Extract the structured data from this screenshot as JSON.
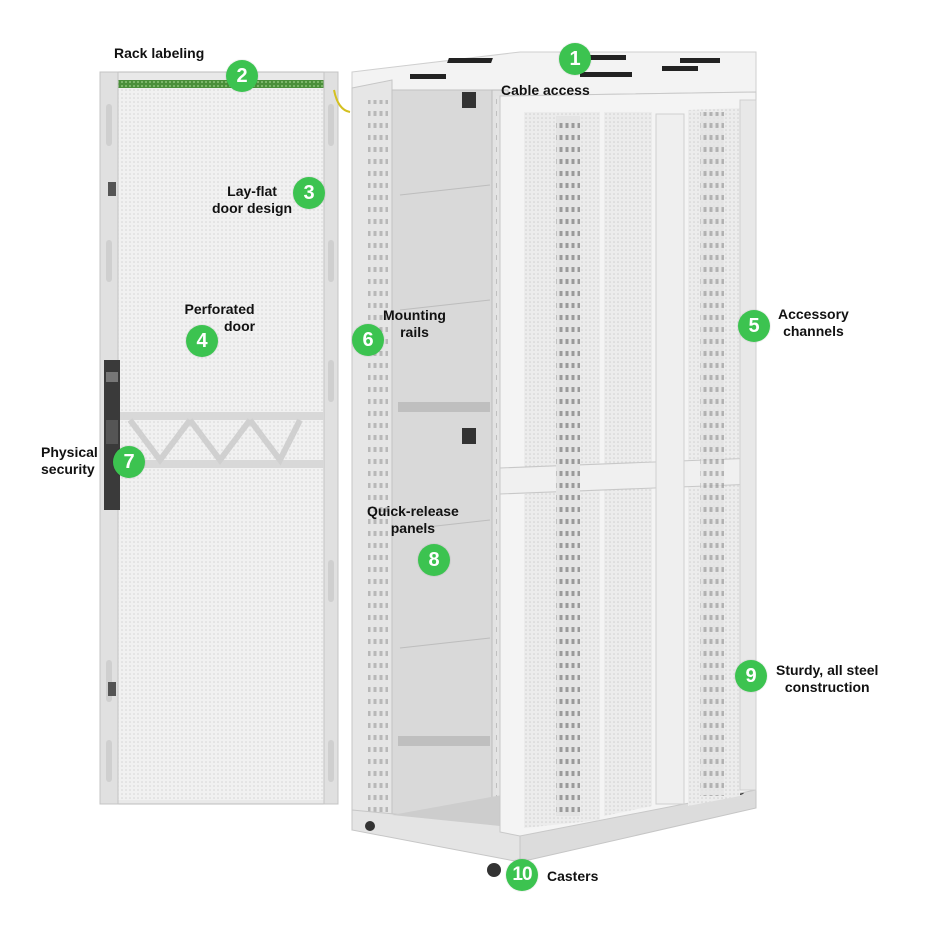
{
  "title": "Server rack features",
  "accent_color": "#3cc350",
  "callouts": [
    {
      "number": "1",
      "label": "Cable access"
    },
    {
      "number": "2",
      "label": "Rack labeling"
    },
    {
      "number": "3",
      "label_line1": "Lay-flat",
      "label_line2": "door design"
    },
    {
      "number": "4",
      "label_line1": "Perforated",
      "label_line2": "door"
    },
    {
      "number": "5",
      "label_line1": "Accessory",
      "label_line2": "channels"
    },
    {
      "number": "6",
      "label_line1": "Mounting",
      "label_line2": "rails"
    },
    {
      "number": "7",
      "label_line1": "Physical",
      "label_line2": "security"
    },
    {
      "number": "8",
      "label_line1": "Quick-release",
      "label_line2": "panels"
    },
    {
      "number": "9",
      "label_line1": "Sturdy, all steel",
      "label_line2": "construction"
    },
    {
      "number": "10",
      "label": "Casters"
    }
  ]
}
